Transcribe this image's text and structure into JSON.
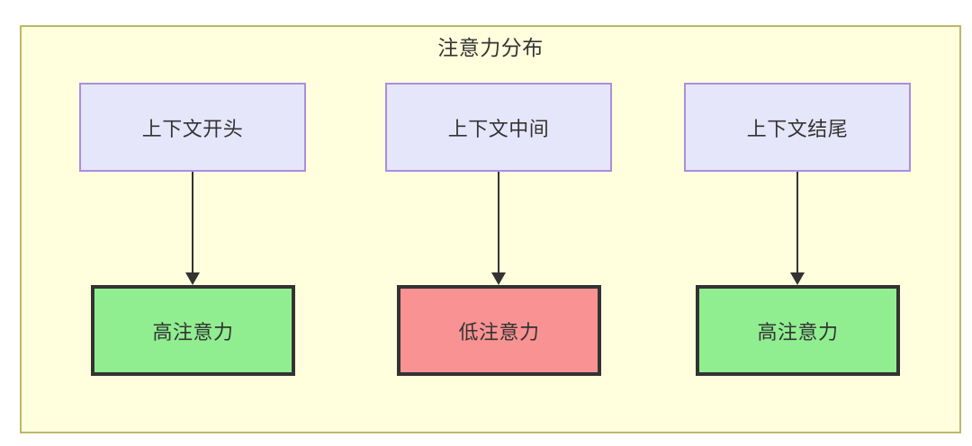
{
  "diagram": {
    "title": "注意力分布",
    "colors": {
      "container_fill": "#ffffde",
      "container_border": "#bdb76b",
      "context_fill": "#e6e6fa",
      "context_border": "#a98ee0",
      "high_attention_fill": "#90ee90",
      "low_attention_fill": "#f99292",
      "node_border_dark": "#333333",
      "edge": "#333333",
      "text": "#333333"
    },
    "context_nodes": [
      {
        "id": "ctx-start",
        "label": "上下文开头"
      },
      {
        "id": "ctx-middle",
        "label": "上下文中间"
      },
      {
        "id": "ctx-end",
        "label": "上下文结尾"
      }
    ],
    "attention_nodes": [
      {
        "id": "attn-1",
        "label": "高注意力",
        "level": "high"
      },
      {
        "id": "attn-2",
        "label": "低注意力",
        "level": "low"
      },
      {
        "id": "attn-3",
        "label": "高注意力",
        "level": "high"
      }
    ],
    "edges": [
      {
        "from": "上下文开头",
        "to": "高注意力"
      },
      {
        "from": "上下文中间",
        "to": "低注意力"
      },
      {
        "from": "上下文结尾",
        "to": "高注意力"
      }
    ]
  }
}
